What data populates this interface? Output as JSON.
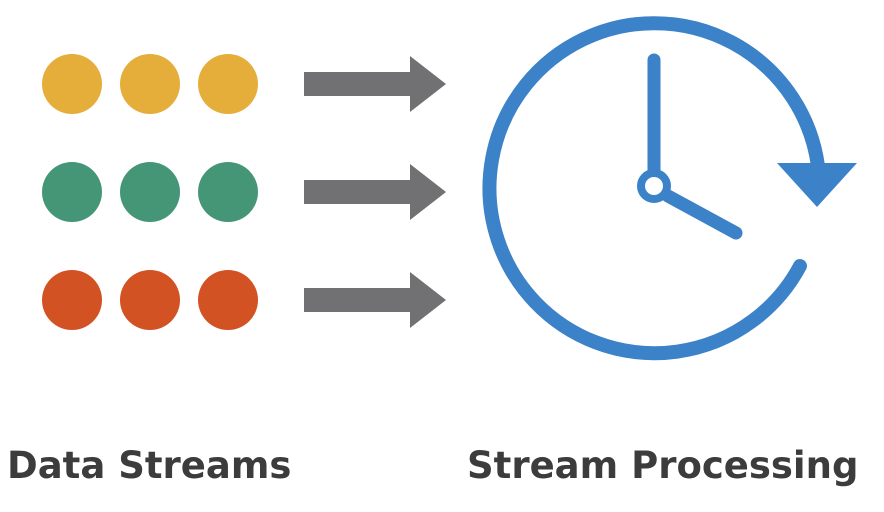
{
  "labels": {
    "data_streams": "Data Streams",
    "stream_processing": "Stream Processing"
  },
  "streams": [
    {
      "color": "#E5AE3B",
      "dots": 3
    },
    {
      "color": "#449677",
      "dots": 3
    },
    {
      "color": "#D25224",
      "dots": 3
    }
  ],
  "arrow_color": "#717174",
  "clock": {
    "color": "#3B82C8",
    "icon": "clock-with-circular-arrow-icon"
  }
}
